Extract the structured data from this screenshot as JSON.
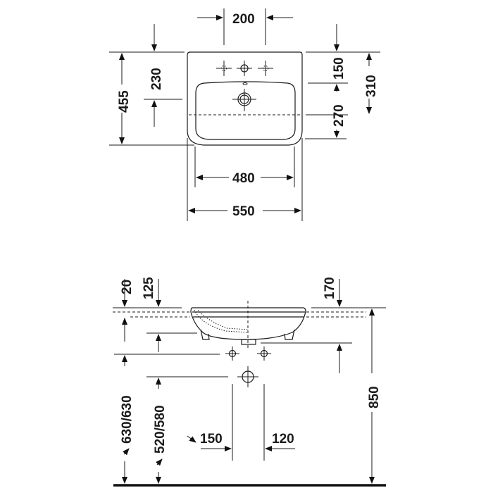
{
  "drawing": {
    "top_view": {
      "dims": {
        "tap_spacing": "200",
        "tap_to_bowl": "230",
        "overall_depth": "455",
        "tap_to_overflow": "150",
        "rear_to_centre": "310",
        "bowl_depth": "270",
        "bowl_width": "480",
        "overall_width": "550"
      }
    },
    "side_view": {
      "dims": {
        "rim_thickness": "20",
        "rim_to_supply": "125",
        "rim_to_foot": "170",
        "supply_height": "630/630",
        "waste_height": "520/580",
        "waste_left_offset": "150",
        "waste_right_offset": "120",
        "installation_height": "850"
      }
    },
    "colors": {
      "line": "#1a1a1a",
      "background": "#ffffff"
    }
  }
}
